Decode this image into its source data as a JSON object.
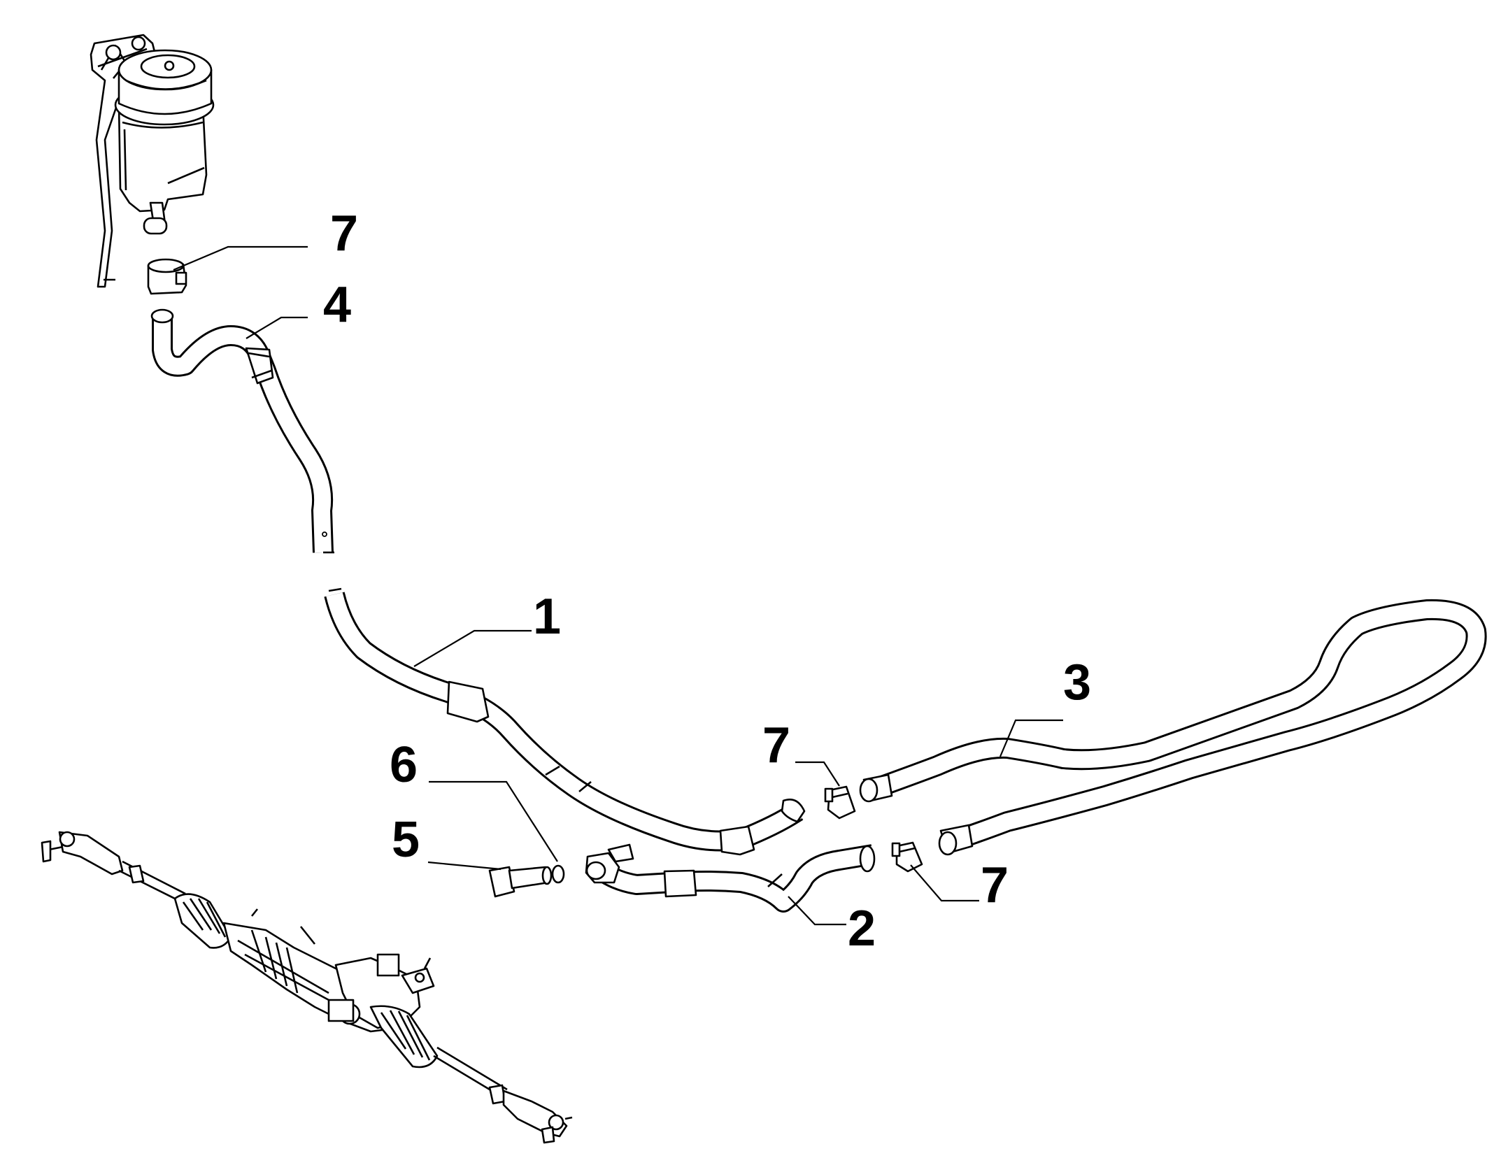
{
  "diagram": {
    "callouts": {
      "c1": "1",
      "c2": "2",
      "c3": "3",
      "c4": "4",
      "c5": "5",
      "c6": "6",
      "c7a": "7",
      "c7b": "7",
      "c7c": "7"
    }
  }
}
